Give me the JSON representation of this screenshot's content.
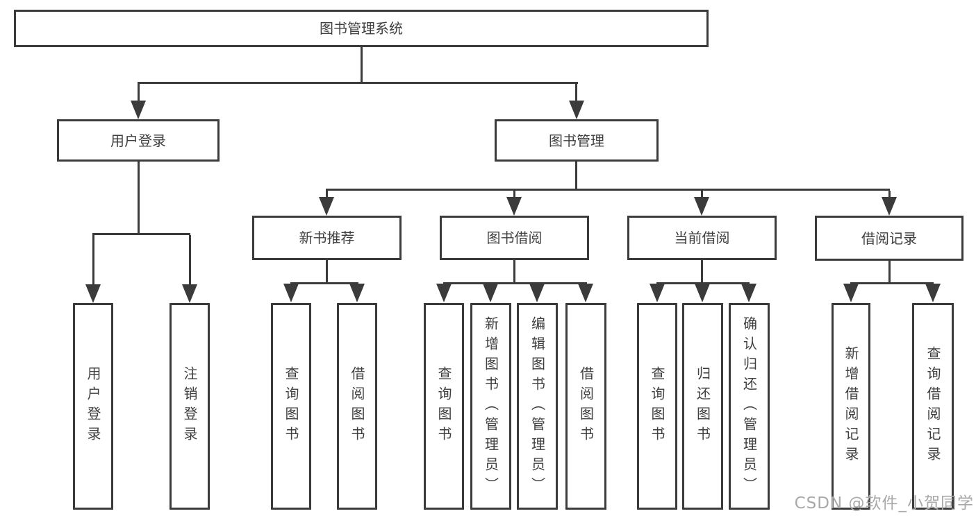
{
  "tree": {
    "root": {
      "label": "图书管理系统",
      "children": [
        {
          "label": "用户登录",
          "children": [
            {
              "label": "用户登录"
            },
            {
              "label": "注销登录"
            }
          ]
        },
        {
          "label": "图书管理",
          "children": [
            {
              "label": "新书推荐",
              "children": [
                {
                  "label": "查询图书"
                },
                {
                  "label": "借阅图书"
                }
              ]
            },
            {
              "label": "图书借阅",
              "children": [
                {
                  "label": "查询图书"
                },
                {
                  "label": "新增图书（管理员）"
                },
                {
                  "label": "编辑图书（管理员）"
                },
                {
                  "label": "借阅图书"
                }
              ]
            },
            {
              "label": "当前借阅",
              "children": [
                {
                  "label": "查询图书"
                },
                {
                  "label": "归还图书"
                },
                {
                  "label": "确认归还（管理员）"
                }
              ]
            },
            {
              "label": "借阅记录",
              "children": [
                {
                  "label": "新增借阅记录"
                },
                {
                  "label": "查询借阅记录"
                }
              ]
            }
          ]
        }
      ]
    }
  },
  "watermark": {
    "text": "CSDN @软件_小贺同学"
  },
  "colors": {
    "line": "#3b3b3b",
    "text": "#3f3f3f",
    "background": "#ffffff",
    "watermark": "#a9a9a9"
  }
}
